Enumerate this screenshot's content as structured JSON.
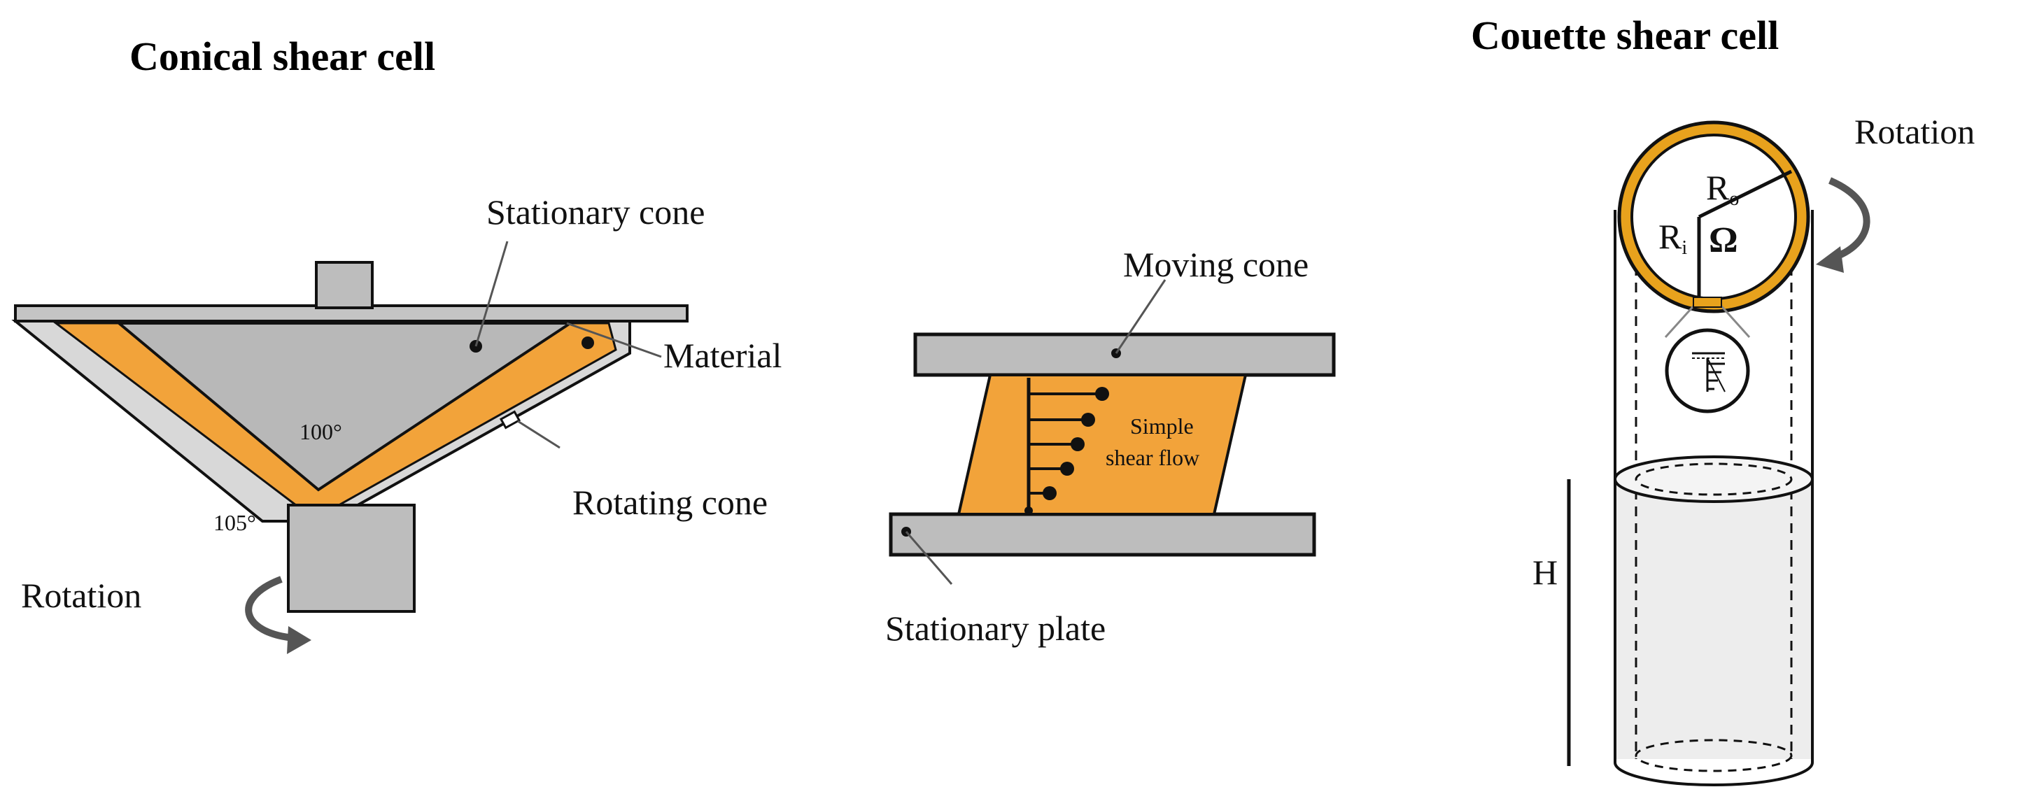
{
  "colors": {
    "material": "#F2A33A",
    "material_light": "#F8C46A",
    "steel": "#B8B8B8",
    "steel_light": "#D9D9D9",
    "stroke": "#111111",
    "ring": "#E8A21D"
  },
  "conical": {
    "title": "Conical shear cell",
    "labels": {
      "stationary_cone": "Stationary cone",
      "material": "Material",
      "rotating_cone": "Rotating cone",
      "rotation": "Rotation",
      "angle_inner": "100°",
      "angle_outer": "105°"
    }
  },
  "plate": {
    "labels": {
      "moving_cone": "Moving cone",
      "stationary_plate": "Stationary plate",
      "flow_line1": "Simple",
      "flow_line2": "shear flow"
    }
  },
  "couette": {
    "title": "Couette shear cell",
    "labels": {
      "rotation": "Rotation",
      "r_outer": "R",
      "r_outer_sub": "o",
      "r_inner": "R",
      "r_inner_sub": "i",
      "omega": "Ω",
      "height": "H"
    }
  }
}
